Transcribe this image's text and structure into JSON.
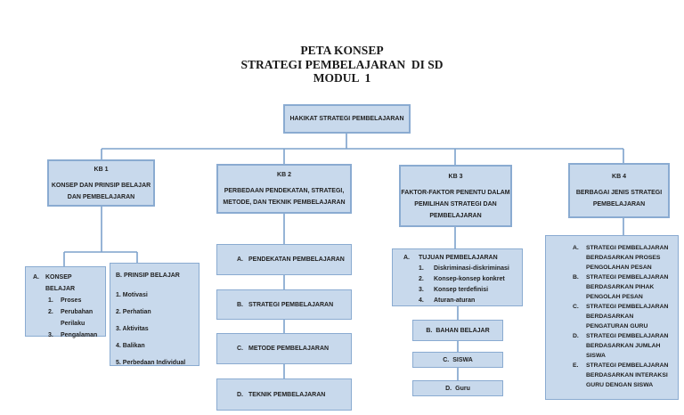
{
  "page": {
    "title_line1": "PETA KONSEP",
    "title_line2": "STRATEGI PEMBELAJARAN  DI SD",
    "title_line3": "MODUL  1"
  },
  "root": {
    "label": "HAKIKAT STRATEGI PEMBELAJARAN"
  },
  "kb1": {
    "id": "KB 1",
    "title": "KONSEP DAN PRINSIP BELAJAR DAN PEMBELAJARAN",
    "konsep": {
      "letter": "A.",
      "heading": "KONSEP BELAJAR",
      "items": [
        {
          "num": "1.",
          "text": "Proses"
        },
        {
          "num": "2.",
          "text": "Perubahan Perilaku"
        },
        {
          "num": "3.",
          "text": "Pengalaman"
        }
      ]
    },
    "prinsip": {
      "heading": "B. PRINSIP BELAJAR",
      "items": [
        "1. Motivasi",
        "2. Perhatian",
        "3. Aktivitas",
        "4. Balikan",
        "5. Perbedaan Individual"
      ]
    }
  },
  "kb2": {
    "id": "KB 2",
    "title": "PERBEDAAN PENDEKATAN, STRATEGI, METODE, DAN TEKNIK PEMBELAJARAN",
    "items": [
      {
        "letter": "A.",
        "label": "PENDEKATAN PEMBELAJARAN"
      },
      {
        "letter": "B.",
        "label": "STRATEGI PEMBELAJARAN"
      },
      {
        "letter": "C.",
        "label": "METODE PEMBELAJARAN"
      },
      {
        "letter": "D.",
        "label": "TEKNIK PEMBELAJARAN"
      }
    ]
  },
  "kb3": {
    "id": "KB 3",
    "title": "FAKTOR-FAKTOR PENENTU DALAM PEMILIHAN STRATEGI DAN PEMBELAJARAN",
    "tujuan": {
      "letter": "A.",
      "heading": "TUJUAN PEMBELAJARAN",
      "items": [
        {
          "num": "1.",
          "text": "Diskriminasi-diskriminasi"
        },
        {
          "num": "2.",
          "text": "Konsep-konsep  konkret"
        },
        {
          "num": "3.",
          "text": "Konsep terdefinisi"
        },
        {
          "num": "4.",
          "text": "Aturan-aturan"
        }
      ]
    },
    "bahan": {
      "letter": "B.",
      "label": "BAHAN BELAJAR"
    },
    "siswa": {
      "letter": "C.",
      "label": "SISWA"
    },
    "guru": {
      "letter": "D.",
      "label": "Guru"
    }
  },
  "kb4": {
    "id": "KB 4",
    "title": "BERBAGAI JENIS STRATEGI PEMBELAJARAN",
    "items": [
      {
        "letter": "A.",
        "label": "STRATEGI PEMBELAJARAN BERDASARKAN PROSES PENGOLAHAN PESAN"
      },
      {
        "letter": "B.",
        "label": "STRATEGI PEMBELAJARAN BERDASARKAN PIHAK PENGOLAH PESAN"
      },
      {
        "letter": "C.",
        "label": "STRATEGI PEMBELAJARAN BERDASARKAN PENGATURAN GURU"
      },
      {
        "letter": "D.",
        "label": "STRATEGI PEMBELAJARAN BERDASARKAN JUMLAH SISWA"
      },
      {
        "letter": "E.",
        "label": "STRATEGI PEMBELAJARAN BERDASARKAN INTERAKSI GURU DENGAN SISWA"
      }
    ]
  },
  "colors": {
    "box_fill": "#c8d9ec",
    "box_border": "#8aabd1",
    "connector": "#7da2cc",
    "text": "#212121"
  }
}
